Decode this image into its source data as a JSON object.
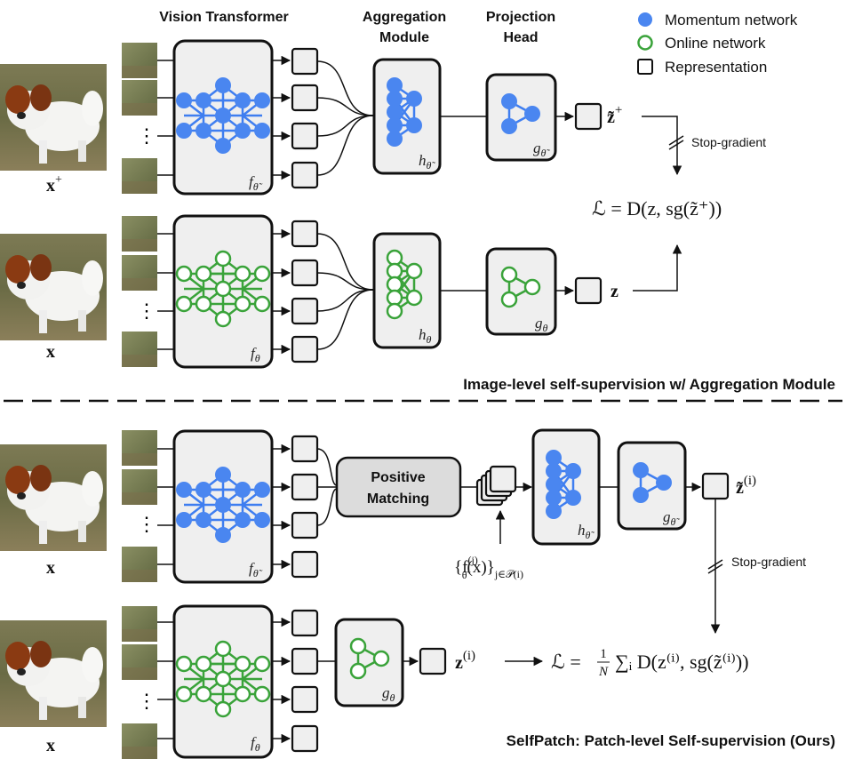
{
  "headers": {
    "vision_transformer": "Vision Transformer",
    "aggregation_l1": "Aggregation",
    "aggregation_l2": "Module",
    "projection_l1": "Projection",
    "projection_l2": "Head"
  },
  "legend": {
    "momentum": "Momentum network",
    "online": "Online network",
    "representation": "Representation"
  },
  "top": {
    "img_pos_label": "x",
    "img_pos_sup": "+",
    "img_label": "x",
    "vit_mom_label": "f",
    "vit_mom_sub": "θ̃",
    "vit_on_label": "f",
    "vit_on_sub": "θ",
    "agg_mom_label": "h",
    "agg_mom_sub": "θ̃",
    "agg_on_label": "h",
    "agg_on_sub": "θ",
    "proj_mom_label": "g",
    "proj_mom_sub": "θ̃",
    "proj_on_label": "g",
    "proj_on_sub": "θ",
    "z_tilde": "z̃",
    "z_tilde_sup": "+",
    "z": "z",
    "stop_gradient": "Stop-gradient",
    "loss": "ℒ = D(z, sg(z̃⁺))",
    "caption": "Image-level self-supervision w/ Aggregation Module",
    "dots": "⋮"
  },
  "bottom": {
    "img_label_1": "x",
    "img_label_2": "x",
    "vit_mom_label": "f",
    "vit_mom_sub": "θ̃",
    "vit_on_label": "f",
    "vit_on_sub": "θ",
    "positive_l1": "Positive",
    "positive_l2": "Matching",
    "agg_label": "h",
    "agg_sub": "θ̃",
    "proj_mom_label": "g",
    "proj_mom_sub": "θ̃",
    "proj_on_label": "g",
    "proj_on_sub": "θ",
    "set_label": "{f",
    "set_sup": "(j)",
    "set_sub": "θ̃",
    "set_rest": "(x)}",
    "set_index": "j∈𝒫(i)",
    "z_tilde": "z̃",
    "z_tilde_sup": "(i)",
    "z": "z",
    "z_sup": "(i)",
    "stop_gradient": "Stop-gradient",
    "loss": "ℒ = ",
    "loss_frac_num": "1",
    "loss_frac_den": "N",
    "loss_rest": "∑ᵢ D(z⁽ⁱ⁾, sg(z̃⁽ⁱ⁾))",
    "caption": "SelfPatch: Patch-level Self-supervision (Ours)",
    "dots": "⋮"
  },
  "colors": {
    "momentum": "#4a86f0",
    "online": "#3aa33a",
    "box_fill": "#efefef",
    "positive_fill": "#dcdcdc"
  },
  "icons": [
    "dog-photo",
    "patch-photo",
    "graph-network-icon",
    "arrow-icon"
  ]
}
